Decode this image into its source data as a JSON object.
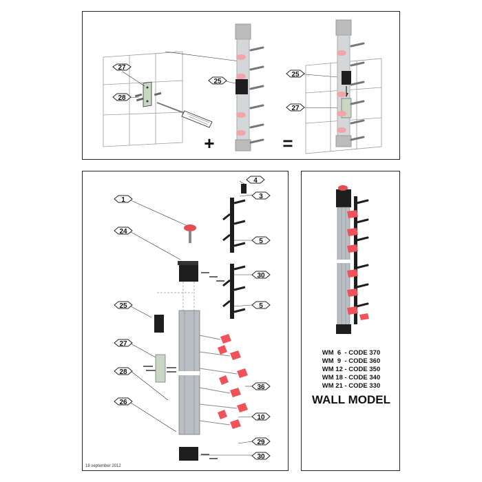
{
  "top_panel": {
    "callouts_left": [
      "27",
      "28"
    ],
    "callout_mid": "25",
    "callouts_right": [
      "25",
      "27"
    ],
    "plus": "+",
    "equals": "="
  },
  "exploded_panel": {
    "callouts": {
      "c1": "1",
      "c24": "24",
      "c25": "25",
      "c27": "27",
      "c28": "28",
      "c26": "26",
      "c4": "4",
      "c3": "3",
      "c5a": "5",
      "c30a": "30",
      "c5b": "5",
      "c36": "36",
      "c10": "10",
      "c29": "29",
      "c30b": "30"
    },
    "date": "18 september 2012"
  },
  "model_panel": {
    "codes": [
      "WM  6  - CODE 370",
      "WM  9  - CODE 360",
      "WM 12 - CODE 350",
      "WM 18 - CODE 340",
      "WM 21 - CODE 330"
    ],
    "title": "WALL MODEL"
  },
  "colors": {
    "knob_red": "#f0525a",
    "rail_grey": "#b9bec4",
    "dark": "#1e1e1e",
    "bracket_green": "#c9d6c4"
  }
}
